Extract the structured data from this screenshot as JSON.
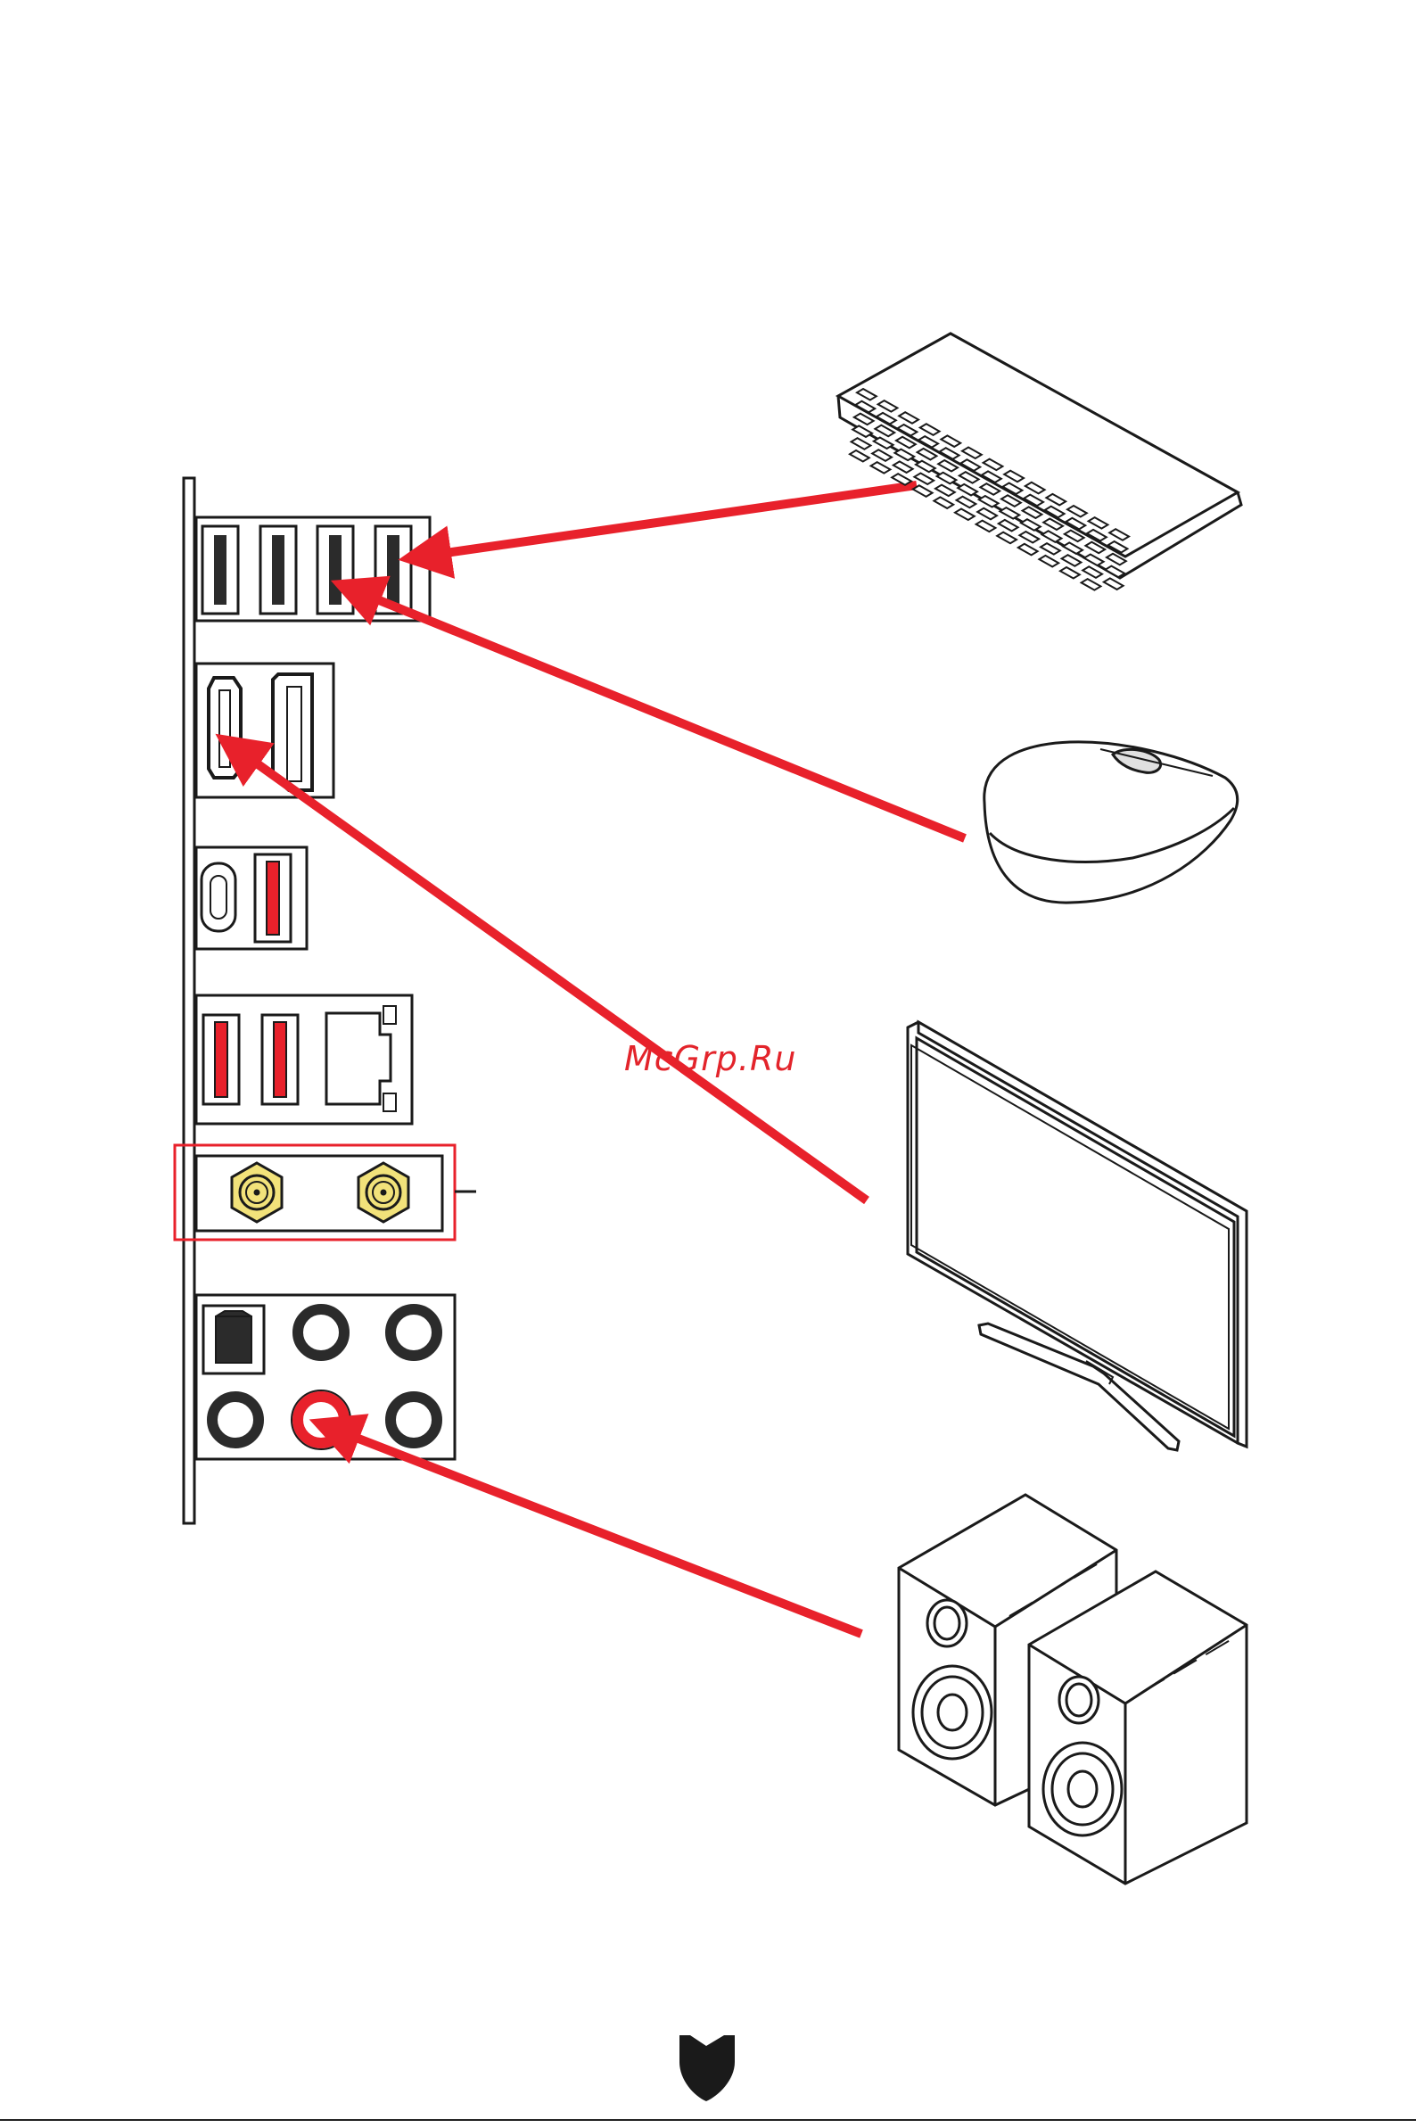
{
  "watermark": {
    "text": "McGrp.Ru"
  },
  "colors": {
    "accent": "#e8212b",
    "antenna": "#f2e27a",
    "port_dark": "#2b2b2b",
    "outline": "#1a1a1a"
  },
  "io_panel": {
    "groups": [
      "usb-group-top",
      "video-output-group",
      "usb-c-group",
      "usb-lan-group",
      "wifi-antenna-group",
      "audio-group"
    ]
  },
  "devices": [
    "keyboard",
    "mouse",
    "monitor",
    "speakers"
  ],
  "connections": [
    {
      "from": "keyboard",
      "to": "usb-port-4"
    },
    {
      "from": "mouse",
      "to": "usb-port-3"
    },
    {
      "from": "monitor",
      "to": "hdmi-port"
    },
    {
      "from": "speakers",
      "to": "line-out-jack"
    }
  ],
  "icons": [
    "msi-shield-icon"
  ]
}
